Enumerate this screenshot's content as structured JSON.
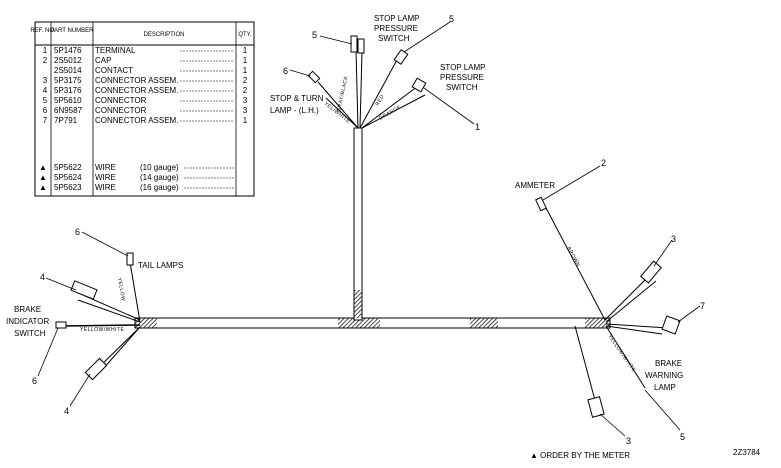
{
  "parts_table": {
    "headers": {
      "ref_no": "REF. NO.",
      "part_number": "PART NUMBER",
      "description": "DESCRIPTION",
      "qty": "QTY."
    },
    "rows": [
      {
        "ref": "1",
        "part": "5P1476",
        "desc": "TERMINAL",
        "qty": "1"
      },
      {
        "ref": "2",
        "part": "2S5012",
        "desc": "CAP",
        "qty": "1"
      },
      {
        "ref": "",
        "part": "2S5014",
        "desc": "CONTACT",
        "qty": "1"
      },
      {
        "ref": "3",
        "part": "5P3175",
        "desc": "CONNECTOR ASSEM.",
        "qty": "2"
      },
      {
        "ref": "4",
        "part": "5P3176",
        "desc": "CONNECTOR ASSEM.",
        "qty": "2"
      },
      {
        "ref": "5",
        "part": "5P5610",
        "desc": "CONNECTOR",
        "qty": "3"
      },
      {
        "ref": "6",
        "part": "6N9587",
        "desc": "CONNECTOR",
        "qty": "3"
      },
      {
        "ref": "7",
        "part": "7P791",
        "desc": "CONNECTOR ASSEM.",
        "qty": "1"
      }
    ],
    "wire_rows": [
      {
        "ref": "▲",
        "part": "5P5622",
        "desc": "WIRE",
        "gauge": "(10 gauge)"
      },
      {
        "ref": "▲",
        "part": "5P5624",
        "desc": "WIRE",
        "gauge": "(14 gauge)"
      },
      {
        "ref": "▲",
        "part": "5P5623",
        "desc": "WIRE",
        "gauge": "(16 gauge)"
      }
    ]
  },
  "labels": {
    "stop_lamp_switch_1": [
      "STOP LAMP",
      "PRESSURE",
      "SWITCH"
    ],
    "stop_lamp_switch_2": [
      "STOP LAMP",
      "PRESSURE",
      "SWITCH"
    ],
    "stop_turn_lamp": [
      "STOP & TURN",
      "LAMP - (L.H.)"
    ],
    "ammeter": "AMMETER",
    "tail_lamps": "TAIL LAMPS",
    "brake_indicator_switch": [
      "BRAKE",
      "INDICATOR",
      "SWITCH"
    ],
    "brake_warning_lamp": [
      "BRAKE",
      "WARNING",
      "LAMP"
    ],
    "order_note": "▲ ORDER BY THE METER",
    "drawing_number": "2Z3784"
  },
  "wire_labels": {
    "yellow_white_top": "YEL/WHITE",
    "gray_black": "GRAY/BLACK",
    "red": "RED",
    "orange": "ORANGE",
    "brown": "BROWN",
    "yellow_white_left": "YELLOW/WHITE",
    "yellow_white_right": "YELLOW/WHITE",
    "yellow_tail": "YELLOW"
  },
  "callouts": {
    "c5_top": "5",
    "c5_right": "5",
    "c6_top": "6",
    "c1": "1",
    "c2": "2",
    "c3_right": "3",
    "c7": "7",
    "c5_bottom": "5",
    "c3_bottom": "3",
    "c6_tail": "6",
    "c4_top": "4",
    "c6_left": "6",
    "c4_bottom": "4"
  }
}
